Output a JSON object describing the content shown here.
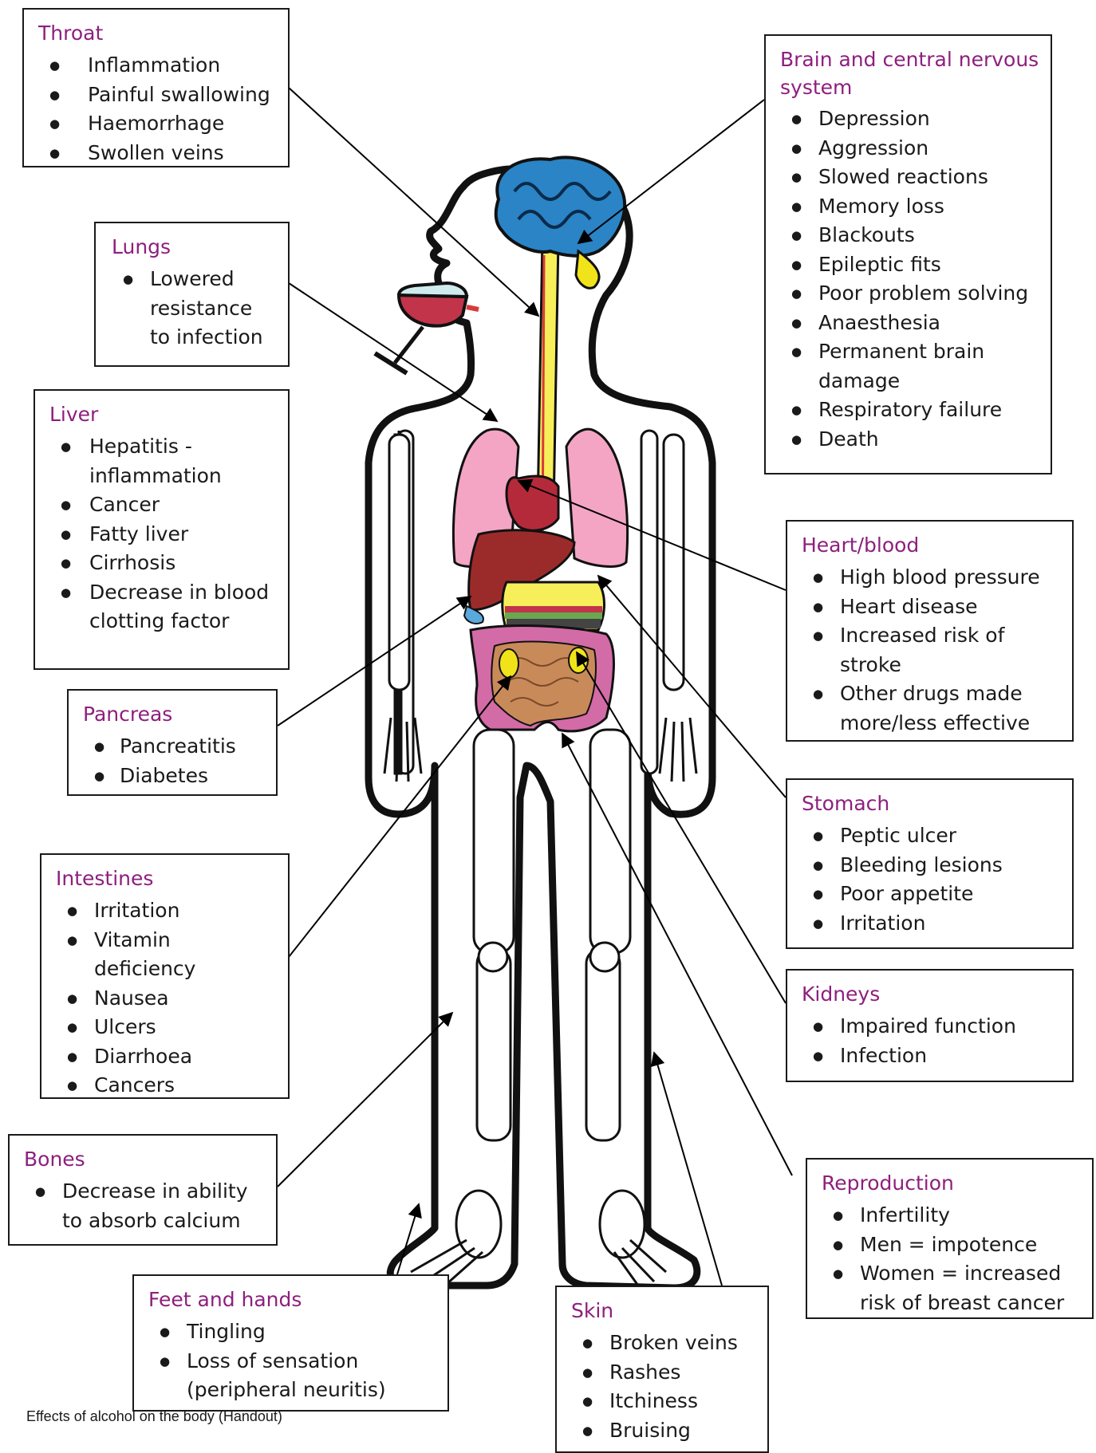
{
  "caption": "Effects of alcohol on the body (Handout)",
  "colors": {
    "heading": "#8e1f7e",
    "brain": "#2a84c6",
    "lungs": "#f4a5c4",
    "liver": "#9b2b2b",
    "intestine": "#d36ba7",
    "small_intestine": "#c98a5a",
    "kidney": "#f1e31a",
    "esophagus": "#f7ef5a"
  },
  "boxes": {
    "throat": {
      "title": "Throat",
      "items": [
        "Inflammation",
        "Painful swallowing",
        "Haemorrhage",
        "Swollen veins"
      ]
    },
    "lungs": {
      "title": "Lungs",
      "items": [
        "Lowered resistance to infection"
      ]
    },
    "liver": {
      "title": "Liver",
      "items": [
        "Hepatitis - inflammation",
        "Cancer",
        "Fatty liver",
        "Cirrhosis",
        "Decrease in blood clotting factor"
      ]
    },
    "pancreas": {
      "title": "Pancreas",
      "items": [
        "Pancreatitis",
        "Diabetes"
      ]
    },
    "intestines": {
      "title": "Intestines",
      "items": [
        "Irritation",
        "Vitamin deficiency",
        "Nausea",
        "Ulcers",
        "Diarrhoea",
        "Cancers"
      ]
    },
    "bones": {
      "title": "Bones",
      "items": [
        "Decrease in ability to absorb calcium"
      ]
    },
    "feet": {
      "title": "Feet and hands",
      "items": [
        "Tingling",
        "Loss of sensation (peripheral neuritis)"
      ]
    },
    "skin": {
      "title": "Skin",
      "items": [
        "Broken veins",
        "Rashes",
        "Itchiness",
        "Bruising"
      ]
    },
    "brain": {
      "title": "Brain and central nervous system",
      "items": [
        "Depression",
        "Aggression",
        "Slowed reactions",
        "Memory loss",
        "Blackouts",
        "Epileptic fits",
        "Poor problem solving",
        "Anaesthesia",
        "Permanent brain damage",
        "Respiratory failure",
        "Death"
      ]
    },
    "heart": {
      "title": "Heart/blood",
      "items": [
        "High blood pressure",
        "Heart disease",
        "Increased risk of stroke",
        "Other drugs made more/less effective"
      ]
    },
    "stomach": {
      "title": "Stomach",
      "items": [
        "Peptic ulcer",
        "Bleeding lesions",
        "Poor appetite",
        "Irritation"
      ]
    },
    "kidneys": {
      "title": "Kidneys",
      "items": [
        "Impaired function",
        "Infection"
      ]
    },
    "reproduction": {
      "title": "Reproduction",
      "items": [
        "Infertility",
        "Men = impotence",
        "Women = increased risk of breast cancer"
      ]
    }
  }
}
